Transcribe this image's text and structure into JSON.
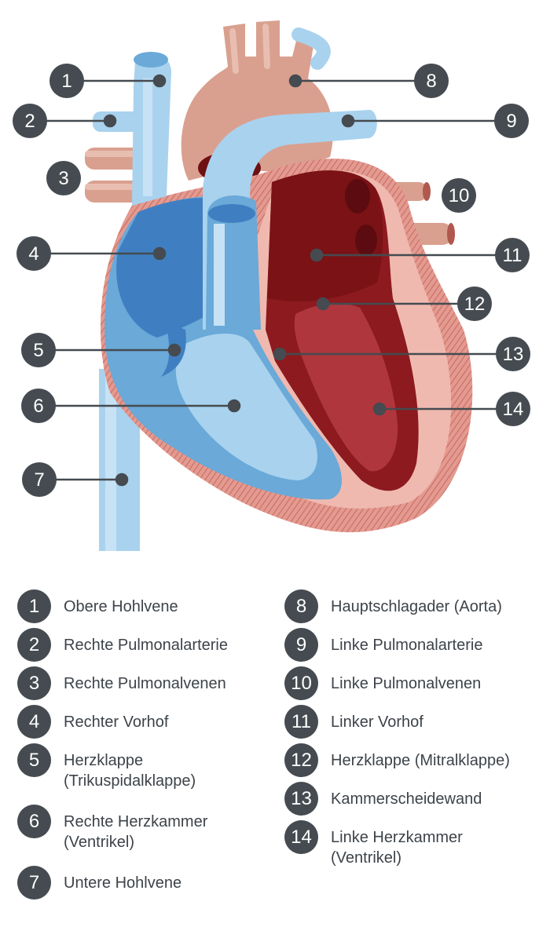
{
  "colors": {
    "marker": "#454b50",
    "text": "#3d4349",
    "deoxygenated_blood": "#6aa9d8",
    "oxygenated_blood": "#8c1a1f",
    "vessel_blue": "#a9d2ee",
    "aorta": "#d9a08f",
    "heart_wall": "#f0b9b0"
  },
  "legend": [
    {
      "num": "1",
      "label": "Obere Hohlvene"
    },
    {
      "num": "2",
      "label": "Rechte Pulmonalarterie"
    },
    {
      "num": "3",
      "label": "Rechte Pulmonalvenen"
    },
    {
      "num": "4",
      "label": "Rechter Vorhof"
    },
    {
      "num": "5",
      "label": "Herzklappe\n(Trikuspidalklappe)"
    },
    {
      "num": "6",
      "label": "Rechte Herzkammer\n(Ventrikel)"
    },
    {
      "num": "7",
      "label": "Untere Hohlvene"
    },
    {
      "num": "8",
      "label": "Hauptschlagader (Aorta)"
    },
    {
      "num": "9",
      "label": "Linke Pulmonalarterie"
    },
    {
      "num": "10",
      "label": "Linke Pulmonalvenen"
    },
    {
      "num": "11",
      "label": "Linker Vorhof"
    },
    {
      "num": "12",
      "label": "Herzklappe (Mitralklappe)"
    },
    {
      "num": "13",
      "label": "Kammerscheidewand"
    },
    {
      "num": "14",
      "label": "Linke Herzkammer\n(Ventrikel)"
    }
  ]
}
